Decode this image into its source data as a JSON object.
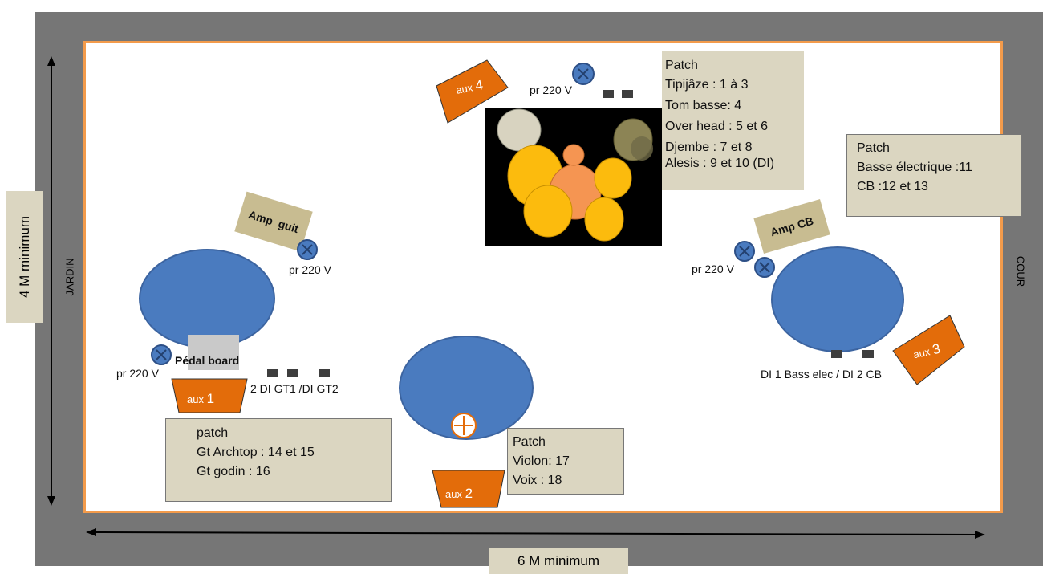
{
  "labels": {
    "jardin": "JARDIN",
    "cour": "COUR",
    "height_min": "4 M minimum",
    "width_min": "6 M minimum"
  },
  "amps": {
    "guitar": "Amp  guit",
    "cb": "Amp CB"
  },
  "power": {
    "top": "pr 220 V",
    "guitar_amp": "pr 220 V",
    "left": "pr 220 V",
    "right": "pr 220 V"
  },
  "pedal_board": "Pédal board",
  "di_guitar": "2 DI GT1 /DI GT2",
  "di_bass": "DI 1 Bass elec / DI 2 CB",
  "aux": {
    "aux1": {
      "prefix": "aux ",
      "number": "1"
    },
    "aux2": {
      "prefix": "aux ",
      "number": "2"
    },
    "aux3": {
      "prefix": "aux ",
      "number": "3"
    },
    "aux4": {
      "prefix": "aux ",
      "number": "4"
    }
  },
  "patch_drums": {
    "title": "Patch",
    "lines": [
      "Tipijâze : 1 à 3",
      "Tom basse: 4",
      "Over head : 5 et 6",
      "Djembe : 7 et 8",
      "Alesis :  9 et 10 (DI)"
    ]
  },
  "patch_bass": {
    "title": "Patch",
    "lines": [
      "Basse électrique :11",
      "CB :12 et 13"
    ]
  },
  "patch_guitar": {
    "title": "patch",
    "lines": [
      "Gt Archtop : 14 et 15",
      "Gt godin : 16"
    ]
  },
  "patch_violin": {
    "title": "Patch",
    "lines": [
      "Violon:  17",
      "Voix :  18"
    ]
  },
  "colors": {
    "frame": "#767676",
    "stage_border": "#f39b4b",
    "musician": "#4a7bbf",
    "aux": "#e36c0a",
    "note": "#dbd6c1",
    "amp": "#c8bc91"
  }
}
